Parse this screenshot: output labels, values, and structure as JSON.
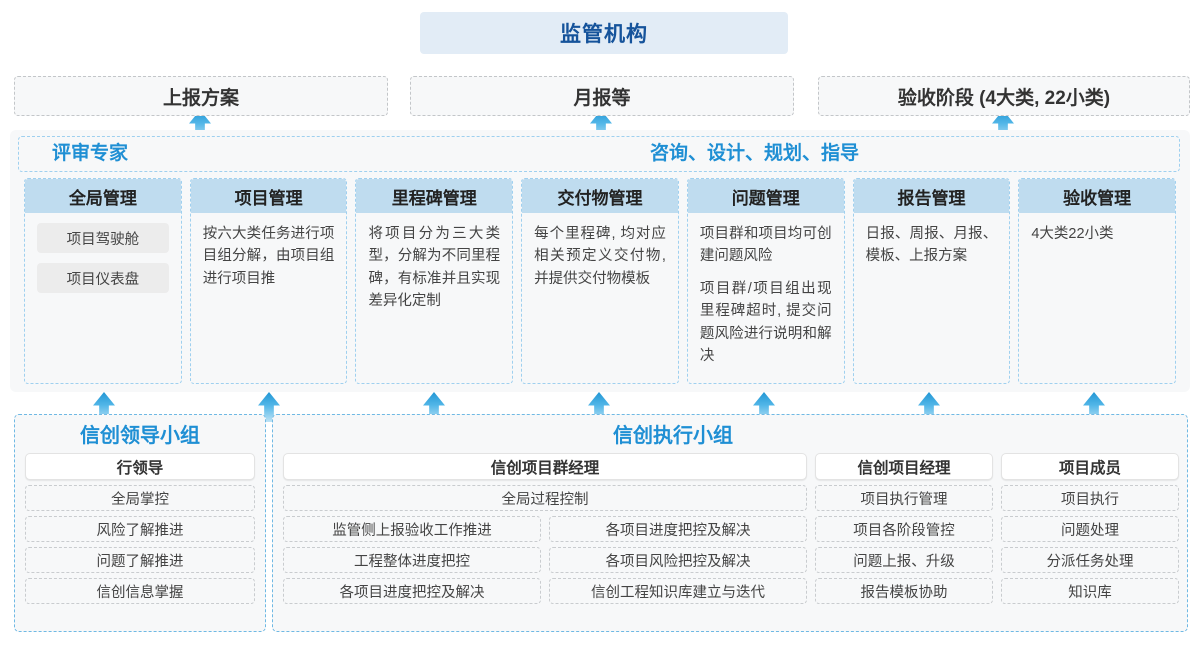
{
  "top": {
    "label": "监管机构"
  },
  "row2": [
    {
      "label": "上报方案"
    },
    {
      "label": "月报等"
    },
    {
      "label": "验收阶段 (4大类, 22小类)"
    }
  ],
  "mid": {
    "banner_left": "评审专家",
    "banner_right": "咨询、设计、规划、指导",
    "columns": [
      {
        "header": "全局管理",
        "pills": [
          "项目驾驶舱",
          "项目仪表盘"
        ],
        "paras": []
      },
      {
        "header": "项目管理",
        "pills": [],
        "paras": [
          "按六大类任务进行项目组分解，由项目组进行项目推"
        ]
      },
      {
        "header": "里程碑管理",
        "pills": [],
        "paras": [
          "将项目分为三大类型，分解为不同里程碑，有标准并且实现差异化定制"
        ]
      },
      {
        "header": "交付物管理",
        "pills": [],
        "paras": [
          "每个里程碑, 均对应相关预定义交付物, 并提供交付物模板"
        ]
      },
      {
        "header": "问题管理",
        "pills": [],
        "paras": [
          "项目群和项目均可创建问题风险",
          "项目群/项目组出现里程碑超时, 提交问题风险进行说明和解决"
        ]
      },
      {
        "header": "报告管理",
        "pills": [],
        "paras": [
          "日报、周报、月报、模板、上报方案"
        ]
      },
      {
        "header": "验收管理",
        "pills": [],
        "paras": [
          "4大类22小类"
        ]
      }
    ]
  },
  "bottom": {
    "leader_group": {
      "title": "信创领导小组",
      "role": "行领导",
      "tasks": [
        "全局掌控",
        "风险了解推进",
        "问题了解推进",
        "信创信息掌握"
      ]
    },
    "exec_group": {
      "title": "信创执行小组",
      "program_manager": {
        "role": "信创项目群经理",
        "full_task": "全局过程控制",
        "left_tasks": [
          "监管侧上报验收工作推进",
          "工程整体进度把控",
          "各项目进度把控及解决"
        ],
        "right_tasks": [
          "各项目进度把控及解决",
          "各项目风险把控及解决",
          "信创工程知识库建立与迭代"
        ]
      },
      "project_manager": {
        "role": "信创项目经理",
        "tasks": [
          "项目执行管理",
          "项目各阶段管控",
          "问题上报、升级",
          "报告模板协助"
        ]
      },
      "member": {
        "role": "项目成员",
        "tasks": [
          "项目执行",
          "问题处理",
          "分派任务处理",
          "知识库"
        ]
      }
    }
  },
  "colors": {
    "accent_blue": "#1f8fd4",
    "title_blue": "#15539b",
    "header_fill": "#bfdcef",
    "top_fill": "#e2ecf6",
    "panel_fill": "#f7f8f9"
  }
}
